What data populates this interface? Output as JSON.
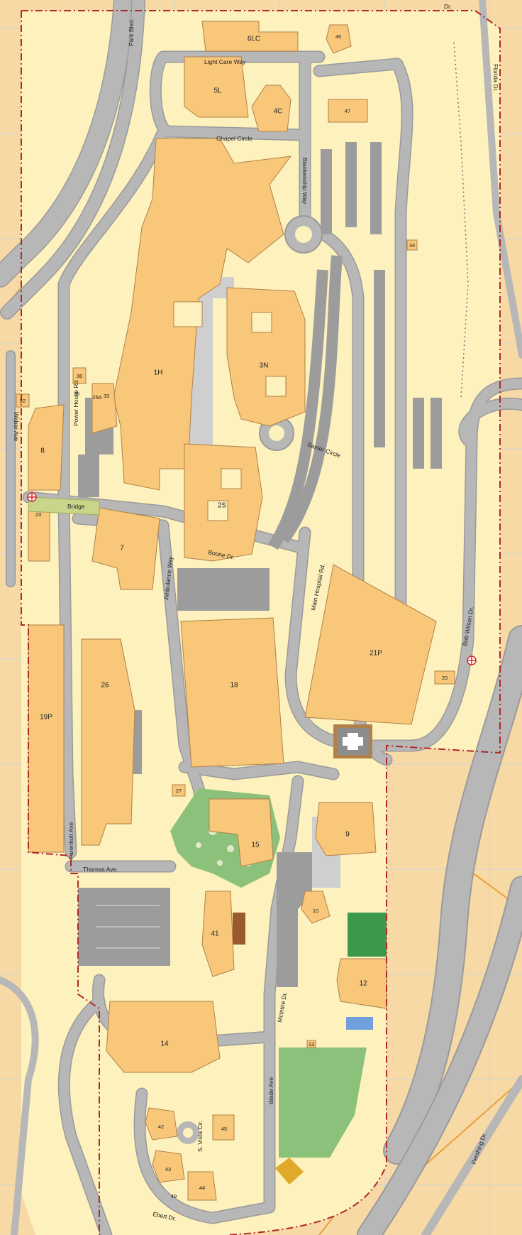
{
  "colors": {
    "background": "#f7d9a6",
    "campus": "#fdf1bd",
    "road": "#b7b7b7",
    "road_edge": "#9a9a9a",
    "parking": "#9c9c9c",
    "paved": "#cfcfcf",
    "building": "#f8c77a",
    "building_edge": "#b08148",
    "boundary": "#b02828",
    "grid": "#c8d2dc",
    "green_light": "#8cc17b",
    "green_dark": "#3b9a4a",
    "pool": "#6fa0dc",
    "sand": "#cbb08a",
    "special_brown": "#9b5a2c",
    "special_gold": "#e0a92a"
  },
  "streets": {
    "park_blvd": "Park Blvd.",
    "florida_dr": "Florida Dr.",
    "light_care_way": "Light Care Way",
    "chapel_circle": "Chapel Circle",
    "blankenship_way": "Blankenship Way",
    "power_house_rd": "Power House Rd",
    "weber_ave": "Weber Ave",
    "bridge": "Bridge",
    "baxter_circle": "Baxter Circle",
    "ambulance_way": "Ambulance Way",
    "boone_dr": "Boone Dr.",
    "main_hospital_rd": "Main Hospital Rd.",
    "bob_wilson_dr": "Bob Wilson Dr.",
    "farenholt_ave": "Farenholt Ave",
    "thomas_ave": "Thomas Ave.",
    "mcintire_dr": "McIntire Dr.",
    "wade_ave": "Wade Ave",
    "s_vista_cir": "S. Vista Cir.",
    "pershing_dr": "Pershing Dr.",
    "ebert_dr": "Ebert Dr.",
    "top_right_dr": "Dr."
  },
  "buildings": {
    "b6lc": "6LC",
    "b46": "46",
    "b5l": "5L",
    "b4c": "4C",
    "b47": "47",
    "b1h": "1H",
    "b3n": "3N",
    "b34": "34",
    "b36": "36",
    "b35": "35",
    "b25a": "25A",
    "b33": "33",
    "b22": "22",
    "b8": "8",
    "b2s": "2S",
    "b23": "23",
    "b7": "7",
    "b21p": "21P",
    "b20": "20",
    "b18": "18",
    "b26": "26",
    "b19p": "19P",
    "b27": "27",
    "b15": "15",
    "b9": "9",
    "b10": "10",
    "b41": "41",
    "b12": "12",
    "b13": "13",
    "b14": "14",
    "b42": "42",
    "b45": "45",
    "b43": "43",
    "b44": "44",
    "b49": "49"
  }
}
